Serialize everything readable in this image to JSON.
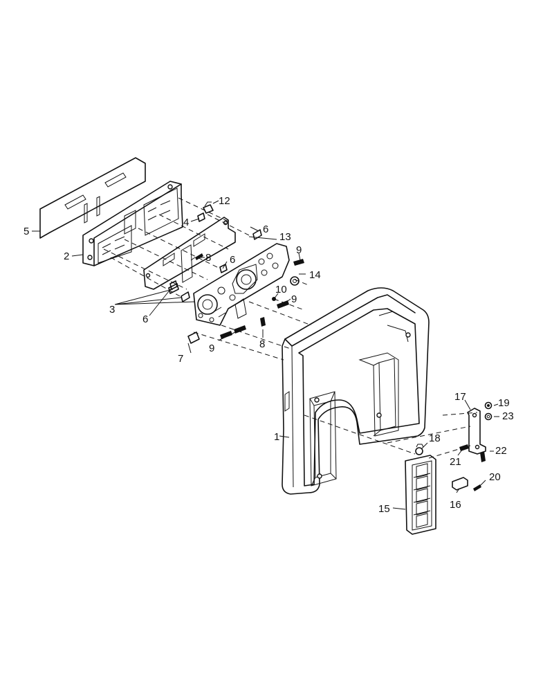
{
  "callouts": [
    {
      "id": "c1",
      "text": "1"
    },
    {
      "id": "c2",
      "text": "2"
    },
    {
      "id": "c3",
      "text": "3"
    },
    {
      "id": "c4",
      "text": "4"
    },
    {
      "id": "c5",
      "text": "5"
    },
    {
      "id": "c6a",
      "text": "6"
    },
    {
      "id": "c6b",
      "text": "6"
    },
    {
      "id": "c6c",
      "text": "6"
    },
    {
      "id": "c7",
      "text": "7"
    },
    {
      "id": "c8a",
      "text": "8"
    },
    {
      "id": "c8b",
      "text": "8"
    },
    {
      "id": "c9a",
      "text": "9"
    },
    {
      "id": "c9b",
      "text": "9"
    },
    {
      "id": "c9c",
      "text": "9"
    },
    {
      "id": "c10",
      "text": "10"
    },
    {
      "id": "c12",
      "text": "12"
    },
    {
      "id": "c13",
      "text": "13"
    },
    {
      "id": "c14",
      "text": "14"
    },
    {
      "id": "c15",
      "text": "15"
    },
    {
      "id": "c16",
      "text": "16"
    },
    {
      "id": "c17",
      "text": "17"
    },
    {
      "id": "c18",
      "text": "18"
    },
    {
      "id": "c19",
      "text": "19"
    },
    {
      "id": "c20",
      "text": "20"
    },
    {
      "id": "c21",
      "text": "21"
    },
    {
      "id": "c22",
      "text": "22"
    },
    {
      "id": "c23",
      "text": "23"
    }
  ]
}
